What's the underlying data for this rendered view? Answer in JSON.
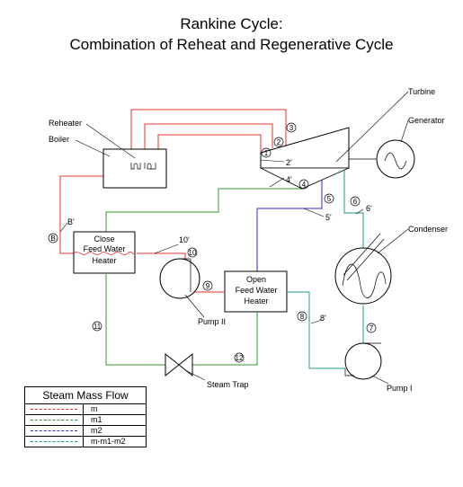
{
  "title": {
    "line1": "Rankine Cycle:",
    "line2": "Combination of Reheat and Regenerative Cycle"
  },
  "components": {
    "reheater": "Reheater",
    "boiler": "Boiler",
    "turbine": "Turbine",
    "generator": "Generator",
    "condenser": "Condenser",
    "close_fwh": [
      "Close",
      "Feed Water",
      "Heater"
    ],
    "open_fwh": [
      "Open",
      "Feed Water",
      "Heater"
    ],
    "pump1": "Pump I",
    "pump2": "Pump II",
    "steam_trap": "Steam Trap"
  },
  "state_points": {
    "p1": "1",
    "p2": "2",
    "p2p": "2'",
    "p3": "3",
    "p4": "4",
    "p4p": "4'",
    "p5": "5",
    "p5p": "5'",
    "p6": "6",
    "p6p": "6'",
    "p7": "7",
    "p8": "8",
    "p8p": "8'",
    "p9": "9",
    "p10": "10",
    "p10p": "10'",
    "p11": "11",
    "p12": "12",
    "pB": "B",
    "pBp": "B'"
  },
  "legend": {
    "title": "Steam Mass Flow",
    "rows": [
      {
        "label": "m",
        "color": "#e8302c"
      },
      {
        "label": "m1",
        "color": "#2e9a2e"
      },
      {
        "label": "m2",
        "color": "#2e2ec8"
      },
      {
        "label": "m-m1-m2",
        "color": "#1e9a8c"
      }
    ]
  },
  "colors": {
    "m": "#e8302c",
    "m1": "#2e9a2e",
    "m2": "#2e2ec8",
    "m_m1_m2": "#1e9a8c"
  }
}
